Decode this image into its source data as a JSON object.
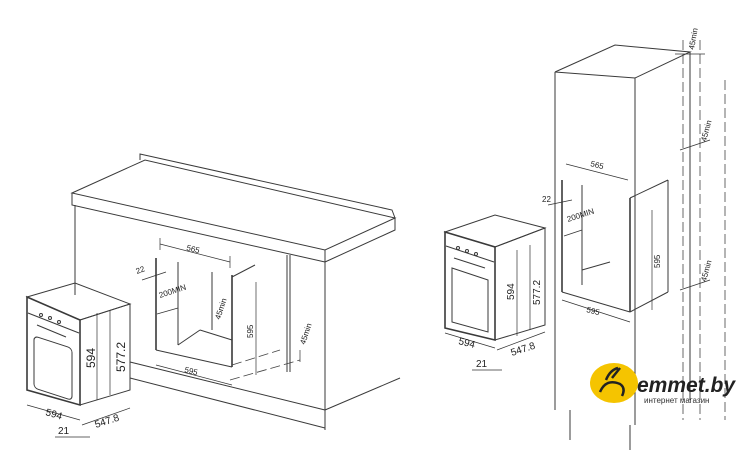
{
  "left_diagram": {
    "niche_depth": "565",
    "front_offset": "22",
    "back_gap": "200MIN",
    "vent_gap_inner": "45min",
    "niche_height": "595",
    "niche_width": "595",
    "vent_gap_outer": "45min",
    "oven_height": "594",
    "oven_body_height": "577.2",
    "oven_width": "594",
    "oven_depth": "547.8",
    "door_thickness": "21"
  },
  "right_diagram": {
    "top_gap": "45min",
    "niche_depth": "565",
    "front_offset": "22",
    "back_gap": "200MIN",
    "vent_gap_upper": "45min",
    "niche_height": "595",
    "vent_gap_lower": "45min",
    "niche_width": "595",
    "oven_height": "594",
    "oven_body_height": "577.2",
    "oven_width": "594",
    "oven_depth": "547.8",
    "door_thickness": "21"
  },
  "logo": {
    "name": "emmet.by",
    "tagline": "интернет магазин",
    "accent": "#f5c400"
  }
}
